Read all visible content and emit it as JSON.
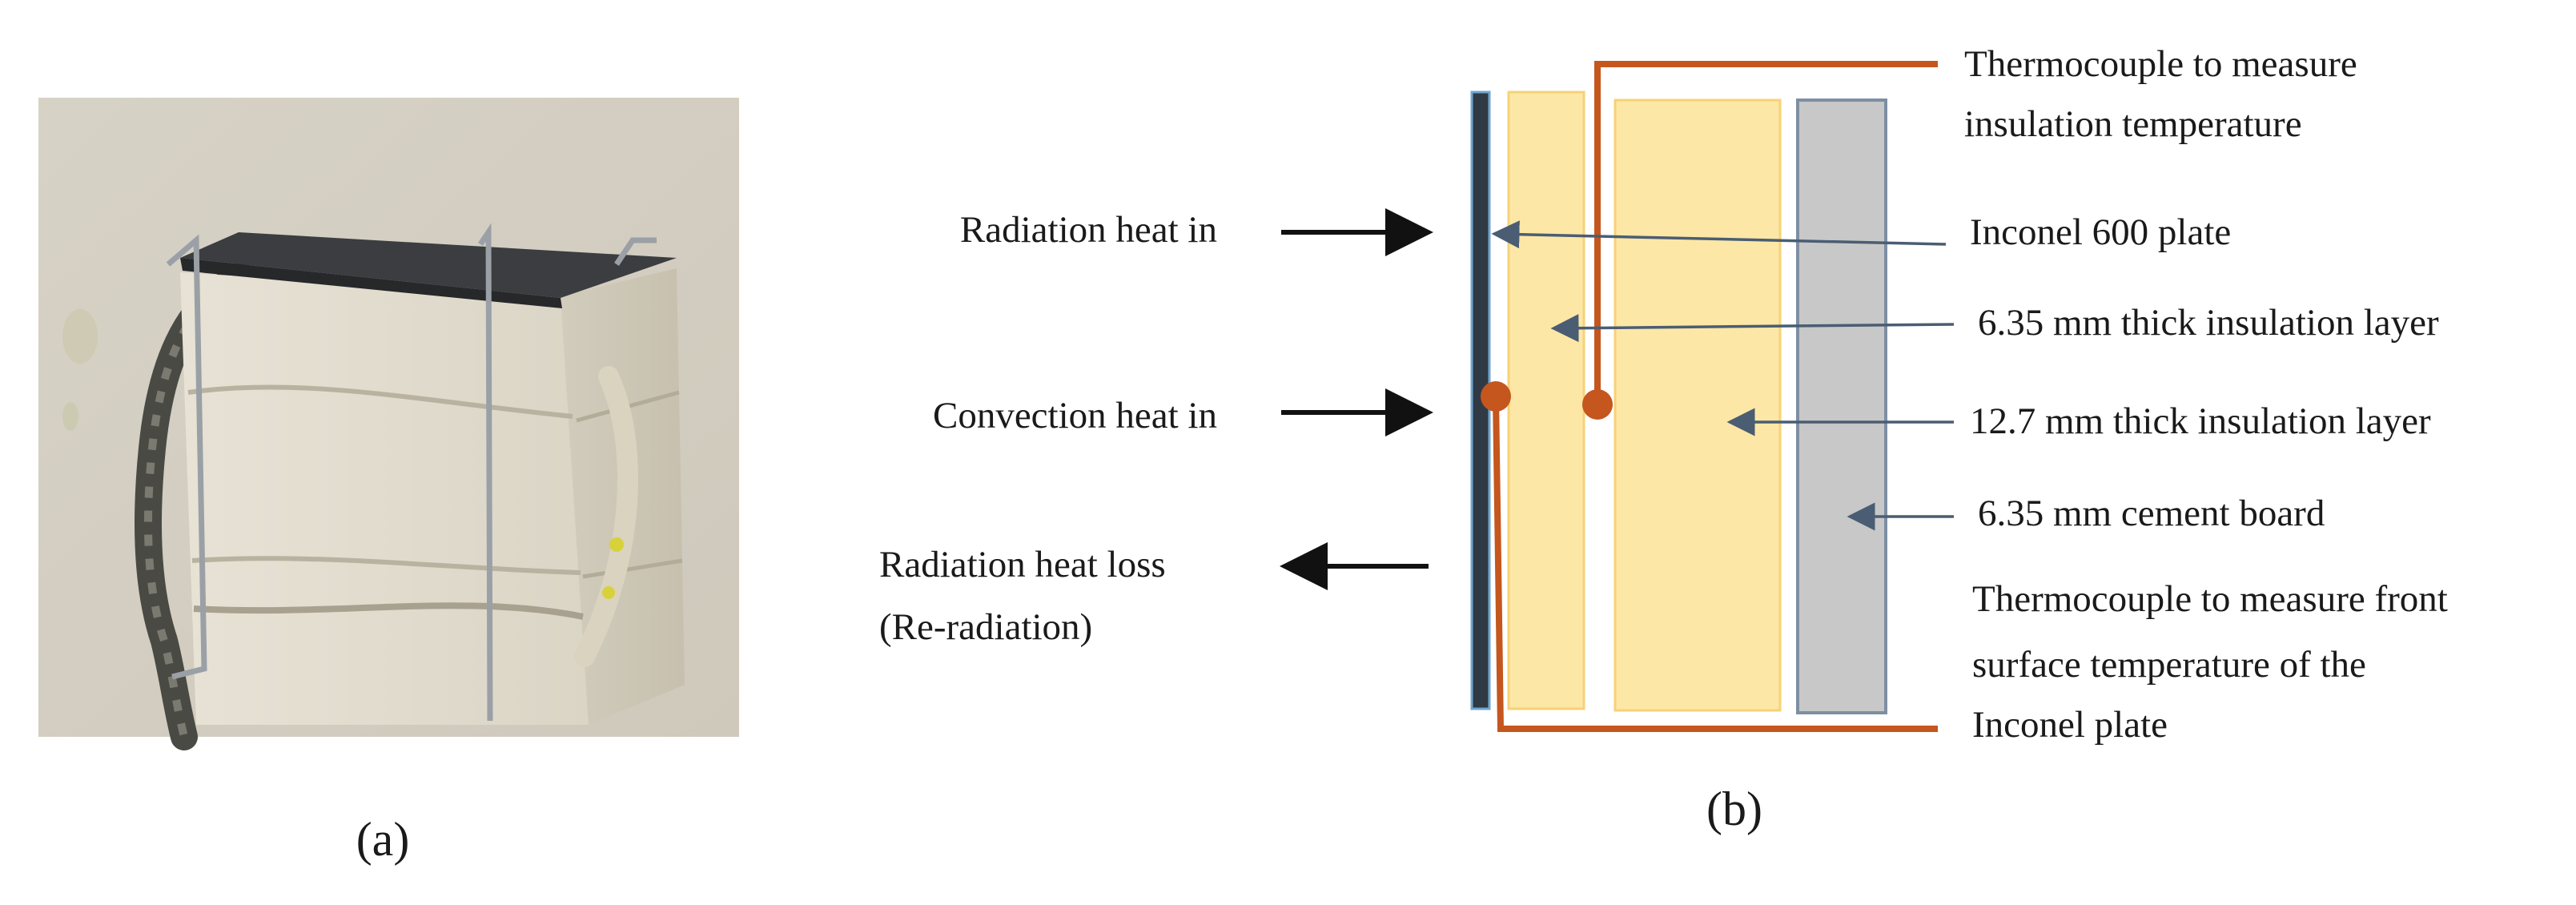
{
  "panel_a": {
    "caption": "(a)"
  },
  "panel_b": {
    "caption": "(b)",
    "left_labels": {
      "radiation_in": "Radiation heat in",
      "convection_in": "Convection  heat in",
      "radiation_loss_line1": "Radiation heat loss",
      "radiation_loss_line2": "(Re-radiation)"
    },
    "right_labels": {
      "tc_insulation_line1": "Thermocouple to measure",
      "tc_insulation_line2": "insulation temperature",
      "inconel_plate": "Inconel 600 plate",
      "insulation_thin": "6.35 mm thick insulation  layer",
      "insulation_thick": "12.7 mm thick insulation layer",
      "cement_board": "6.35 mm cement board",
      "tc_front_line1": "Thermocouple to measure front",
      "tc_front_line2": "surface temperature of the",
      "tc_front_line3": "Inconel plate"
    }
  },
  "colors": {
    "inconel_plate": "#2f3a44",
    "inconel_edge": "#6fa6cf",
    "insulation": "#fde7a6",
    "insulation_edge": "#f6d277",
    "cement_board": "#c8c8c8",
    "cement_edge": "#7d8fa3",
    "thermocouple": "#c4561e",
    "leader": "#4a5d73",
    "arrow": "#111111"
  }
}
